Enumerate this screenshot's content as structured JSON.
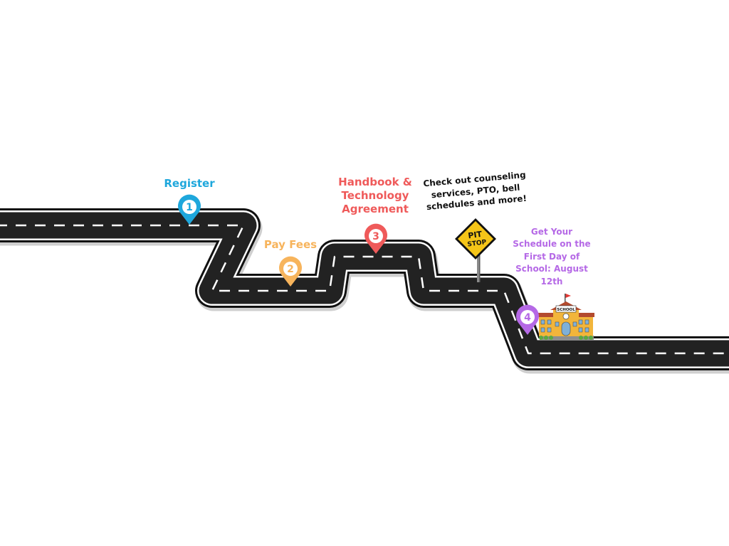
{
  "steps": [
    {
      "number": "1",
      "label": "Register",
      "color": "#1ea7dc"
    },
    {
      "number": "2",
      "label": "Pay Fees",
      "color": "#f7b45c"
    },
    {
      "number": "3",
      "label": "Handbook & Technology Agreement",
      "color": "#ef5a5a"
    },
    {
      "number": "4",
      "label": "Get Your Schedule on the First Day of School: August 12th",
      "color": "#b569e6"
    }
  ],
  "pit_stop": {
    "sign_line1": "PIT",
    "sign_line2": "STOP",
    "note": "Check out counseling services, PTO, bell schedules and more!",
    "sign_color": "#f5c518"
  },
  "school": {
    "sign": "SCHOOL",
    "wall_color": "#f2b53b",
    "roof_color": "#b34a2e"
  },
  "road": {
    "asphalt_color": "#222222",
    "dash_color": "#ffffff"
  }
}
